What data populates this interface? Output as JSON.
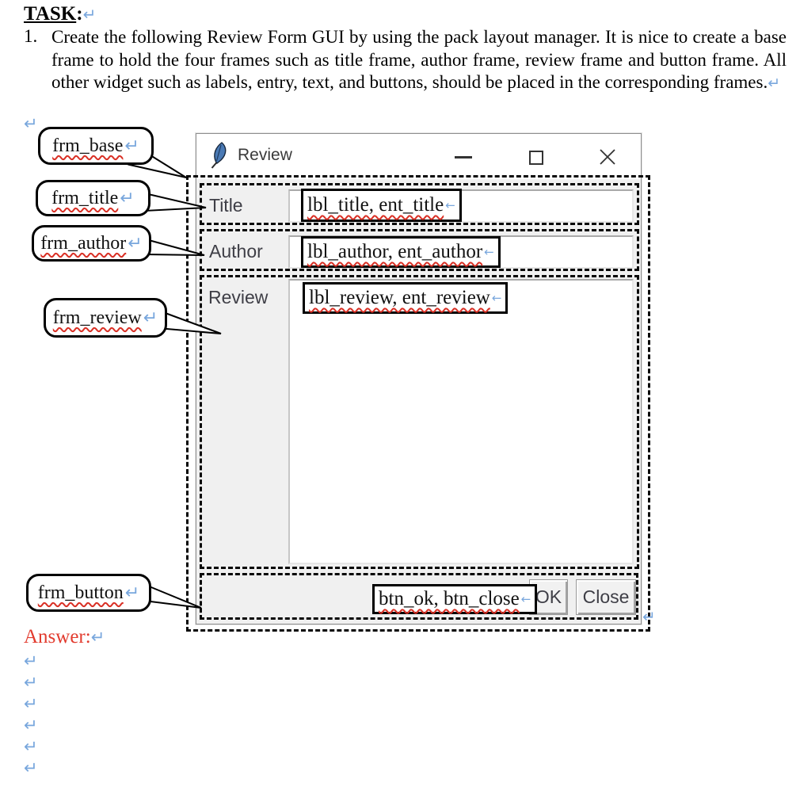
{
  "task": {
    "heading": "TASK",
    "heading_colon": ":",
    "item_number": "1.",
    "body": "Create the following Review Form GUI by using the pack layout manager. It is nice to create a base frame to hold the four frames such as title frame, author frame, review frame and button frame. All other widget such as labels, entry, text, and buttons, should be placed in the corresponding frames."
  },
  "marks": {
    "paragraph": "↵",
    "line_break": "←"
  },
  "callouts": [
    {
      "label": "frm_base"
    },
    {
      "label": "frm_title"
    },
    {
      "label": "frm_author"
    },
    {
      "label": "frm_review"
    },
    {
      "label": "frm_button"
    }
  ],
  "gui_window": {
    "title": "Review",
    "rows": [
      {
        "label": "Title",
        "annotation": "lbl_title, ent_title"
      },
      {
        "label": "Author",
        "annotation": "lbl_author, ent_author"
      },
      {
        "label": "Review",
        "annotation": "lbl_review, ent_review"
      }
    ],
    "button_annotation": "btn_ok, btn_close",
    "buttons": [
      {
        "label": "OK"
      },
      {
        "label": "Close"
      }
    ]
  },
  "answer": {
    "label": "Answer:"
  },
  "colors": {
    "mark_blue": "#79a7dd",
    "squiggle_red": "#d93025",
    "answer_red": "#e23b2e",
    "client_bg": "#f0f0f0",
    "titlebar_bg": "#ffffff"
  }
}
